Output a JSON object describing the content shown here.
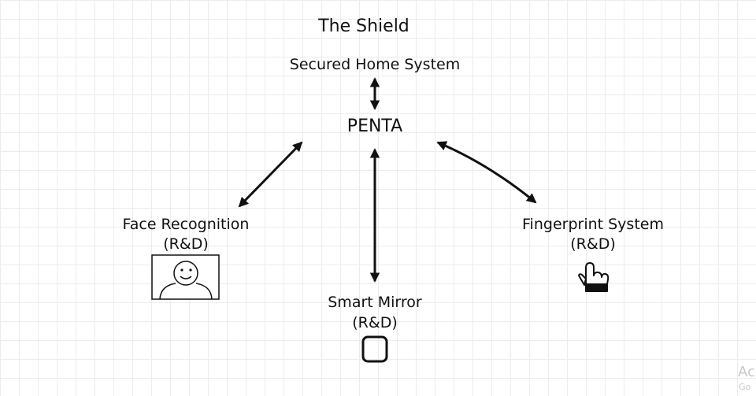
{
  "diagram": {
    "title": "The Shield",
    "top_node": "Secured Home System",
    "center_node": "PENTA",
    "face": {
      "name": "Face Recognition",
      "tag": "(R&D)",
      "icon": "smiley-face-icon"
    },
    "mirror": {
      "name": "Smart Mirror",
      "tag": "(R&D)",
      "icon": "square-mirror-icon"
    },
    "fingerprint": {
      "name": "Fingerprint System",
      "tag": "(R&D)",
      "icon": "pointing-hand-icon"
    }
  },
  "watermark": {
    "line1": "Ac",
    "line2": "Go"
  },
  "colors": {
    "line": "#111111",
    "grid": "#ececec",
    "watermark": "#c8c8c8"
  }
}
